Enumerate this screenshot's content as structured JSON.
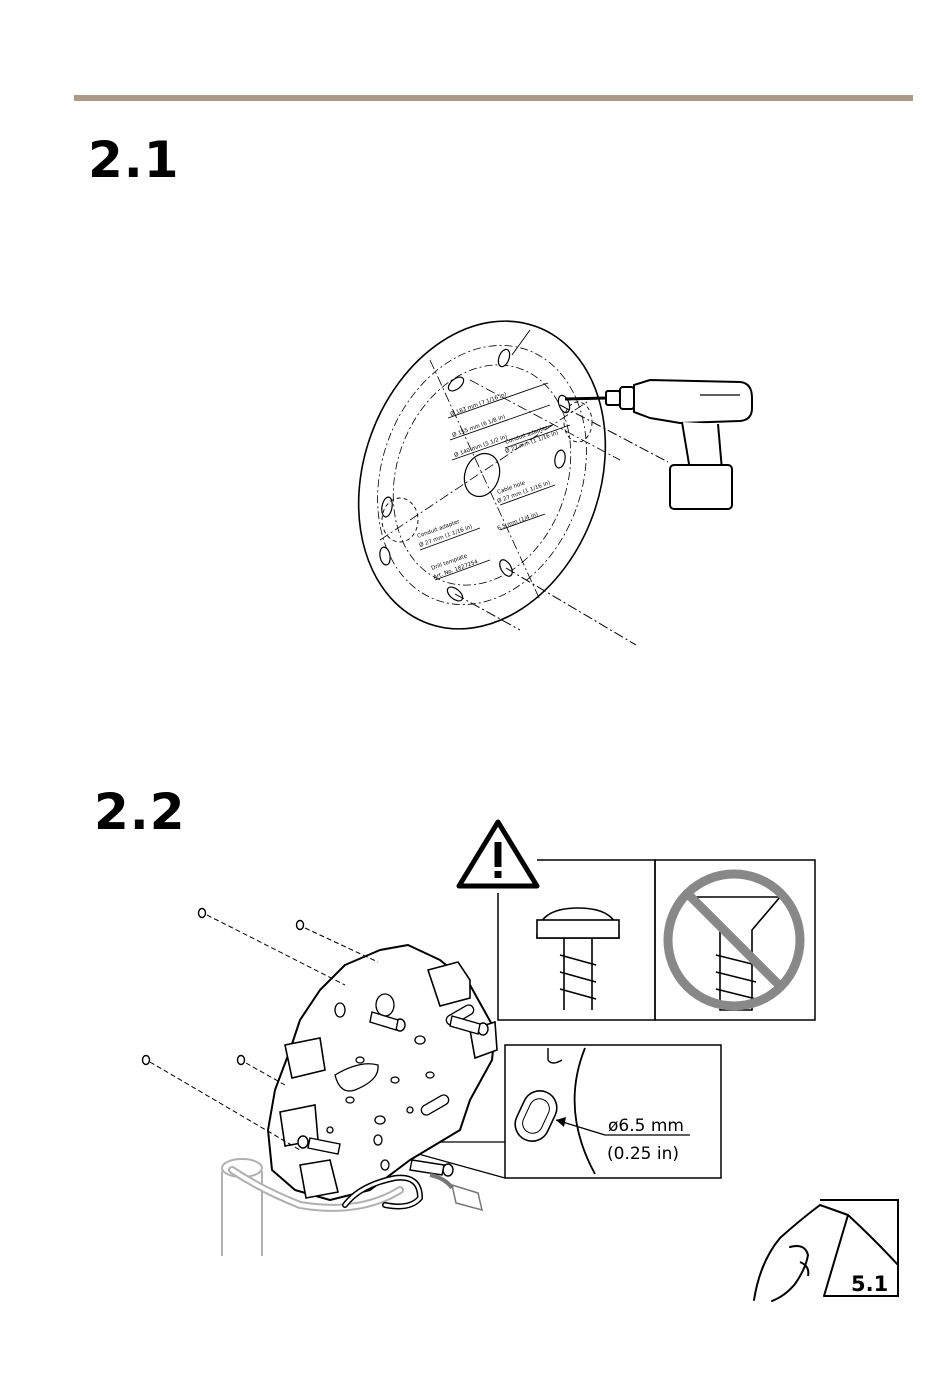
{
  "steps": [
    {
      "number": "2.1"
    },
    {
      "number": "2.2"
    }
  ],
  "drill_template": {
    "labels": {
      "d183": "Ø 183 mm (7 1/16 in)",
      "d155": "Ø 155 mm (6 1/8 in)",
      "d140": "Ø 140 mm (5 1/2 in)",
      "conduit_adapter_right": "Conduit adapter",
      "conduit_adapter_right_size": "Ø 27 mm (1 1/16 in)",
      "cable_hole": "Cable hole",
      "cable_hole_size": "Ø 27 mm (1 1/16 in)",
      "conduit_adapter_left": "Conduit adapter",
      "conduit_adapter_left_size": "Ø 27 mm (1 1/16 in)",
      "screw_hole_size": "6.5 mm (1/4 in)",
      "drill_template": "Drill template",
      "art_no": "Art. No. 1827254"
    }
  },
  "hole_callout": {
    "diameter": "ø6.5 mm",
    "diameter_imperial": "(0.25 in)"
  },
  "reference": {
    "page_tab": "5.1"
  },
  "colors": {
    "rule": "#ab9b86",
    "prohibited": "#888888",
    "cable_grey": "#b0b0b0"
  },
  "icons": [
    "warning-icon",
    "drill-icon",
    "screw-icon",
    "prohibited-icon",
    "page-turn-icon"
  ]
}
